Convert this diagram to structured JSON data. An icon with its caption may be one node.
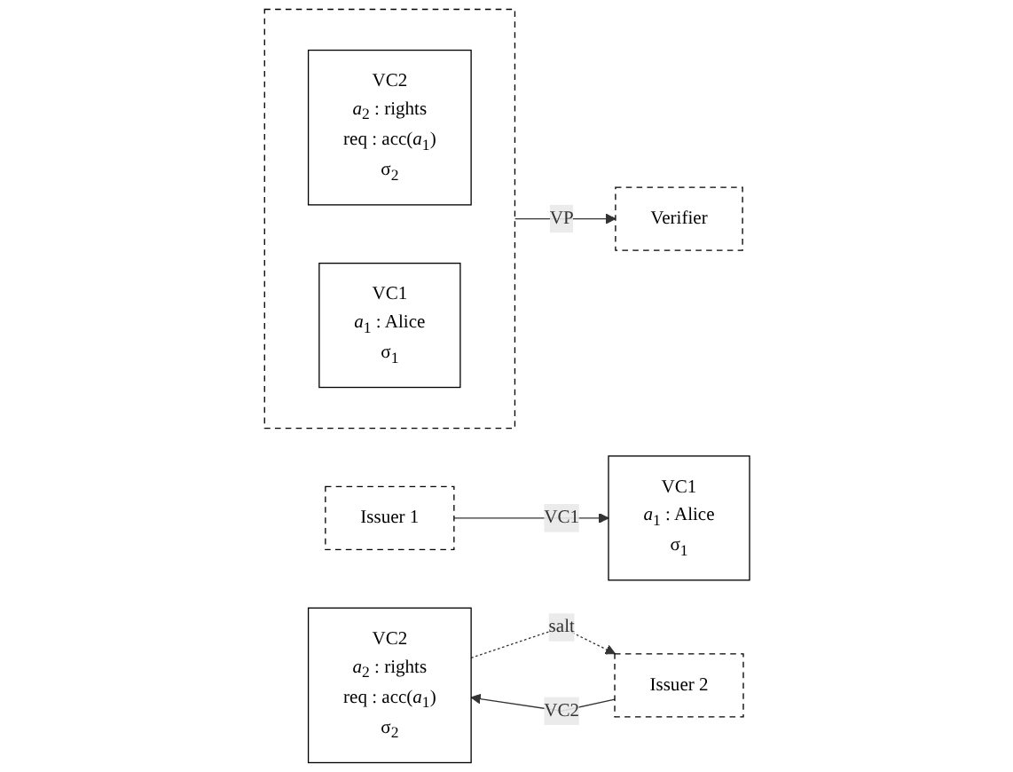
{
  "diagram": {
    "nodes": [
      {
        "text": [
          "VC1",
          "*a*$_{1}$ : Alice",
          "σ$_{1}$"
        ]
      },
      {
        "text": [
          "Issuer 1"
        ]
      },
      {
        "text": [
          "VC2",
          "*a*$_{2}$ : rights",
          "req : acc(*a*$_{1}$)",
          "σ$_{2}$"
        ]
      },
      {
        "text": [
          "Issuer 2"
        ]
      },
      {
        "text": [],
        "shape": "box"
      },
      {
        "text": [
          "VC2",
          "*a*$_{2}$ : rights",
          "req : acc(*a*$_{1}$)",
          "σ$_{2}$"
        ],
        "in": 4
      },
      {
        "text": [
          "VC1",
          "*a*$_{1}$ : Alice",
          "σ$_{1}$"
        ],
        "in": 4
      },
      {
        "text": [
          "Verifier"
        ]
      }
    ],
    "edges": [
      {
        "from": 1,
        "to": 0,
        "arrow": "to",
        "label": "VC1"
      },
      {
        "from": 2,
        "to": 3,
        "arrow": "to",
        "label": "salt",
        "style": "dashed"
      },
      {
        "from": 3,
        "to": 2,
        "arrow": "to",
        "label": "VC2"
      },
      {
        "from": 4,
        "to": 7,
        "arrow": "to",
        "label": "VP"
      }
    ]
  }
}
